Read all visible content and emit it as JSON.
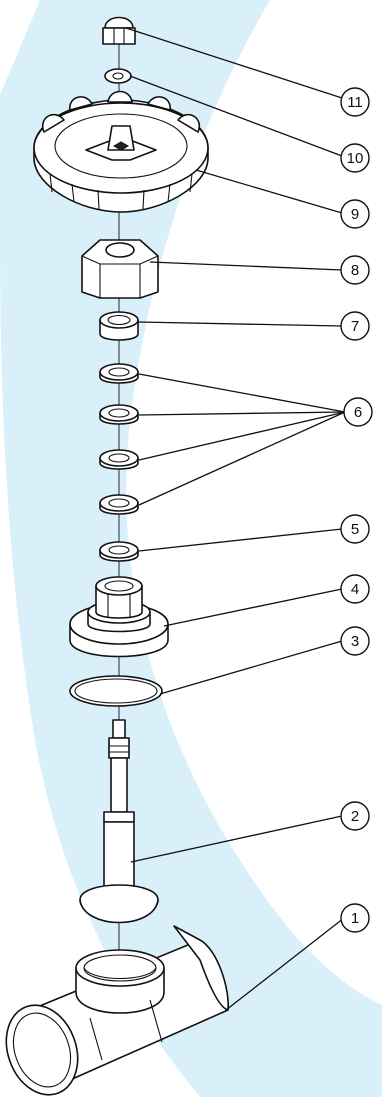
{
  "diagram": {
    "type": "exploded-view",
    "background": {
      "band_color": "#d9f0fb",
      "base_color": "#ffffff"
    },
    "callouts": [
      {
        "id": "11",
        "label": "11",
        "part": "cap-nut"
      },
      {
        "id": "10",
        "label": "10",
        "part": "washer"
      },
      {
        "id": "9",
        "label": "9",
        "part": "handwheel"
      },
      {
        "id": "8",
        "label": "8",
        "part": "hex-nut"
      },
      {
        "id": "7",
        "label": "7",
        "part": "bushing"
      },
      {
        "id": "6",
        "label": "6",
        "part": "seal-rings"
      },
      {
        "id": "5",
        "label": "5",
        "part": "seal-ring"
      },
      {
        "id": "4",
        "label": "4",
        "part": "bonnet"
      },
      {
        "id": "3",
        "label": "3",
        "part": "o-ring"
      },
      {
        "id": "2",
        "label": "2",
        "part": "stem"
      },
      {
        "id": "1",
        "label": "1",
        "part": "valve-body"
      }
    ]
  }
}
